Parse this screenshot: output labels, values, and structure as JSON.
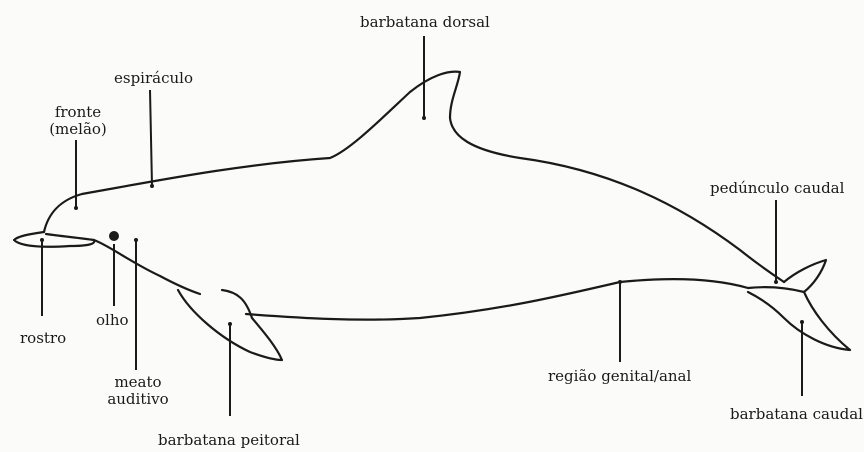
{
  "labels": {
    "barbatana_dorsal": "barbatana dorsal",
    "espiraculo": "espiráculo",
    "fronte": "fronte",
    "melao": "(melão)",
    "pedunculo_caudal": "pedúnculo caudal",
    "rostro": "rostro",
    "olho": "olho",
    "meato_line1": "meato",
    "meato_line2": "auditivo",
    "regiao_genital": "região genital/anal",
    "barbatana_caudal": "barbatana caudal",
    "barbatana_peitoral": "barbatana peitoral"
  }
}
